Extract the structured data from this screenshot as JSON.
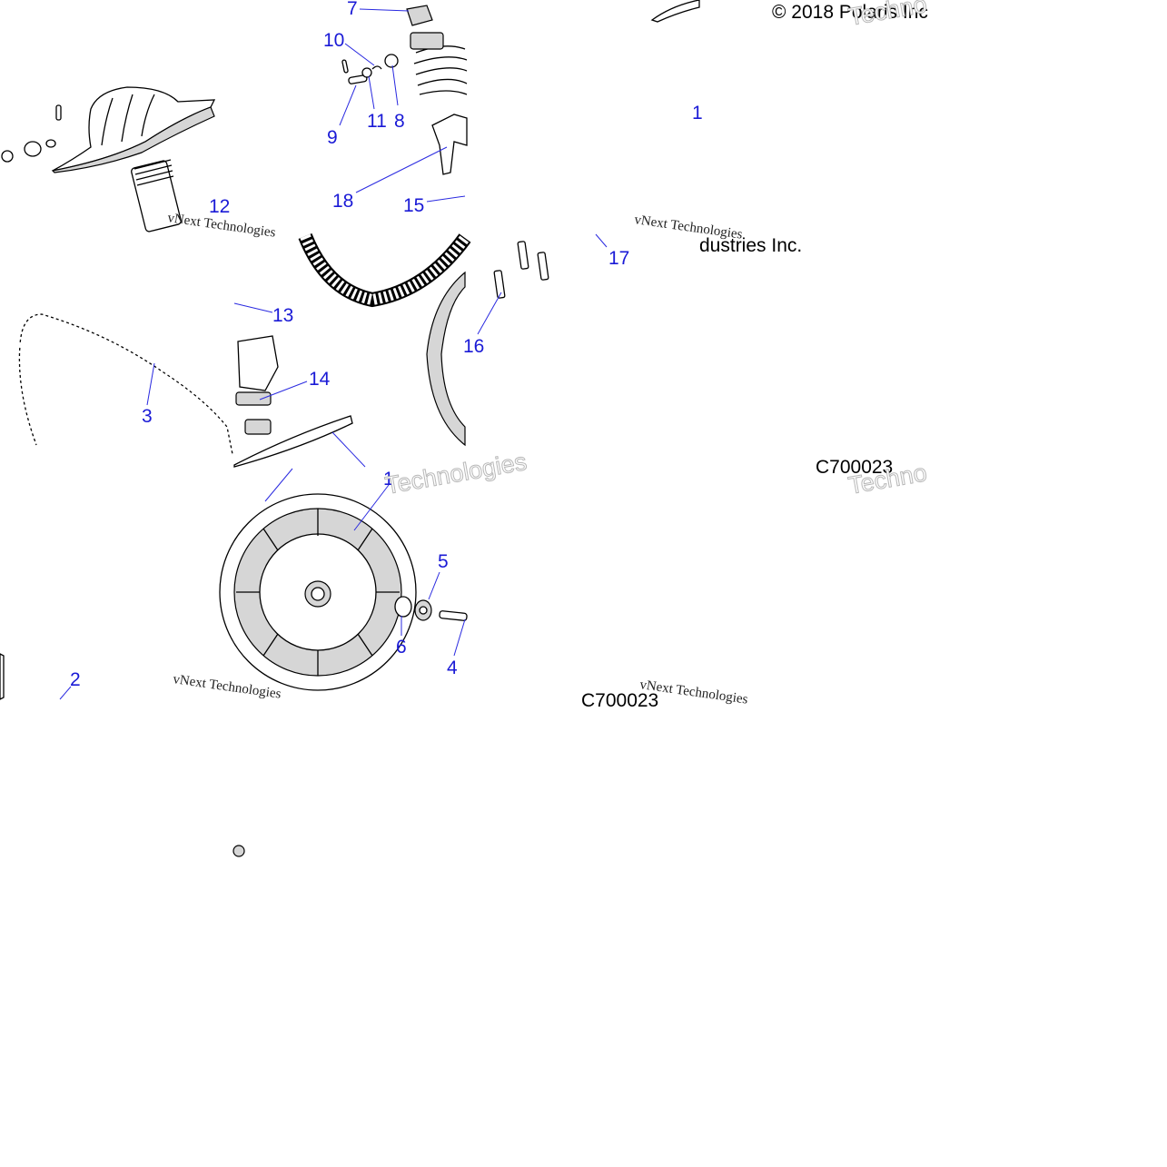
{
  "diagram": {
    "copyright_top": "© 2018 Polaris Inc",
    "copyright_mid": "dustries Inc.",
    "drawing_code_1": "C700023",
    "drawing_code_2": "C700023",
    "watermark_text": "vNext Technologies",
    "watermark_word_1": "Techno",
    "watermark_word_2": "Technologies",
    "callouts": {
      "c1": "1",
      "c2": "2",
      "c3": "3",
      "c4": "4",
      "c5": "5",
      "c6": "6",
      "c7": "7",
      "c8": "8",
      "c9": "9",
      "c10": "10",
      "c11": "11",
      "c12": "12",
      "c13": "13",
      "c14": "14",
      "c15": "15",
      "c16": "16",
      "c17": "17",
      "c18": "18",
      "c19": "1"
    }
  },
  "colors": {
    "callout": "#1a1ad6",
    "line": "#000000",
    "shade": "#d6d6d6"
  }
}
